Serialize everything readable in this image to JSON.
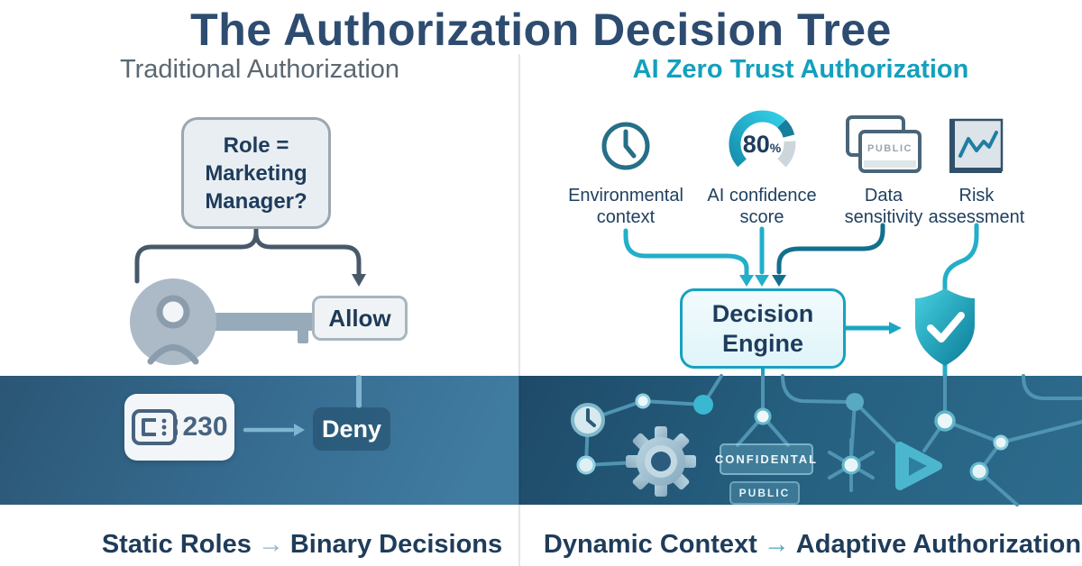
{
  "title": "The Authorization Decision Tree",
  "left_panel": {
    "header": "Traditional Authorization",
    "role_box_lines": [
      "Role =",
      "Marketing",
      "Manager?"
    ],
    "allow_label": "Allow",
    "deny_label": "Deny",
    "badge_number": "230",
    "caption_pre": "Static Roles",
    "caption_arrow": "→",
    "caption_post": "Binary Decisions"
  },
  "right_panel": {
    "header": "AI Zero Trust Authorization",
    "factors": [
      {
        "icon": "clock-icon",
        "label": "Environmental context"
      },
      {
        "icon": "gauge-icon",
        "label": "AI confidence score",
        "value": "80",
        "unit": "%"
      },
      {
        "icon": "stacked-cards-icon",
        "label": "Data sensitivity",
        "card_tag": "PUBLIC"
      },
      {
        "icon": "line-chart-icon",
        "label": "Risk assessment"
      }
    ],
    "engine_lines": [
      "Decision",
      "Engine"
    ],
    "network_tags": {
      "confidential": "CONFIDENTAL",
      "public": "PUBLIC"
    },
    "caption_pre": "Dynamic Context",
    "caption_arrow": "→",
    "caption_post": "Adaptive Authorization"
  },
  "colors": {
    "accent_teal": "#14a3c0",
    "dark_navy_text": "#1e3c5c",
    "gray_header": "#5b6872",
    "band_left_blue": "#3a7296",
    "band_right_blue": "#27607f",
    "shield_teal": "#0e8aa5",
    "connector_slate": "#47596b"
  }
}
